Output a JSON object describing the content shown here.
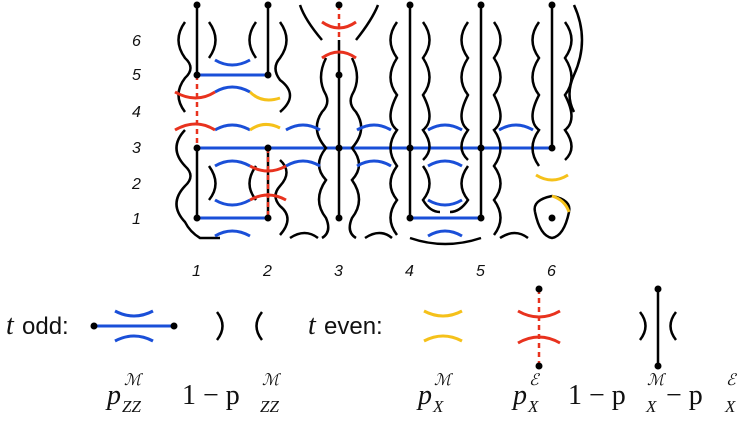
{
  "diagram": {
    "row_labels": [
      "6",
      "5",
      "4",
      "3",
      "2",
      "1"
    ],
    "col_labels": [
      "1",
      "2",
      "3",
      "4",
      "5",
      "6"
    ],
    "colors": {
      "black": "#000000",
      "blue": "#1a4fd8",
      "yellow": "#f5c11a",
      "red": "#e8321e"
    }
  },
  "legend": {
    "odd_t": "t",
    "odd_text": "odd:",
    "even_t": "t",
    "even_text": "even:",
    "formulas": {
      "pzz_p": "p",
      "pzz_sub": "ZZ",
      "pzz_sup": "ℳ",
      "one_minus_pzz_one": "1 − p",
      "one_minus_pzz_sub": "ZZ",
      "one_minus_pzz_sup": "ℳ",
      "px_p": "p",
      "px_sub": "X",
      "px_sup": "ℳ",
      "pxe_p": "p",
      "pxe_sub": "X",
      "pxe_sup": "ℰ",
      "last_a": "1 − p",
      "last_sub1": "X",
      "last_sup1": "ℳ",
      "last_b": " − p",
      "last_sub2": "X",
      "last_sup2": "ℰ"
    }
  }
}
